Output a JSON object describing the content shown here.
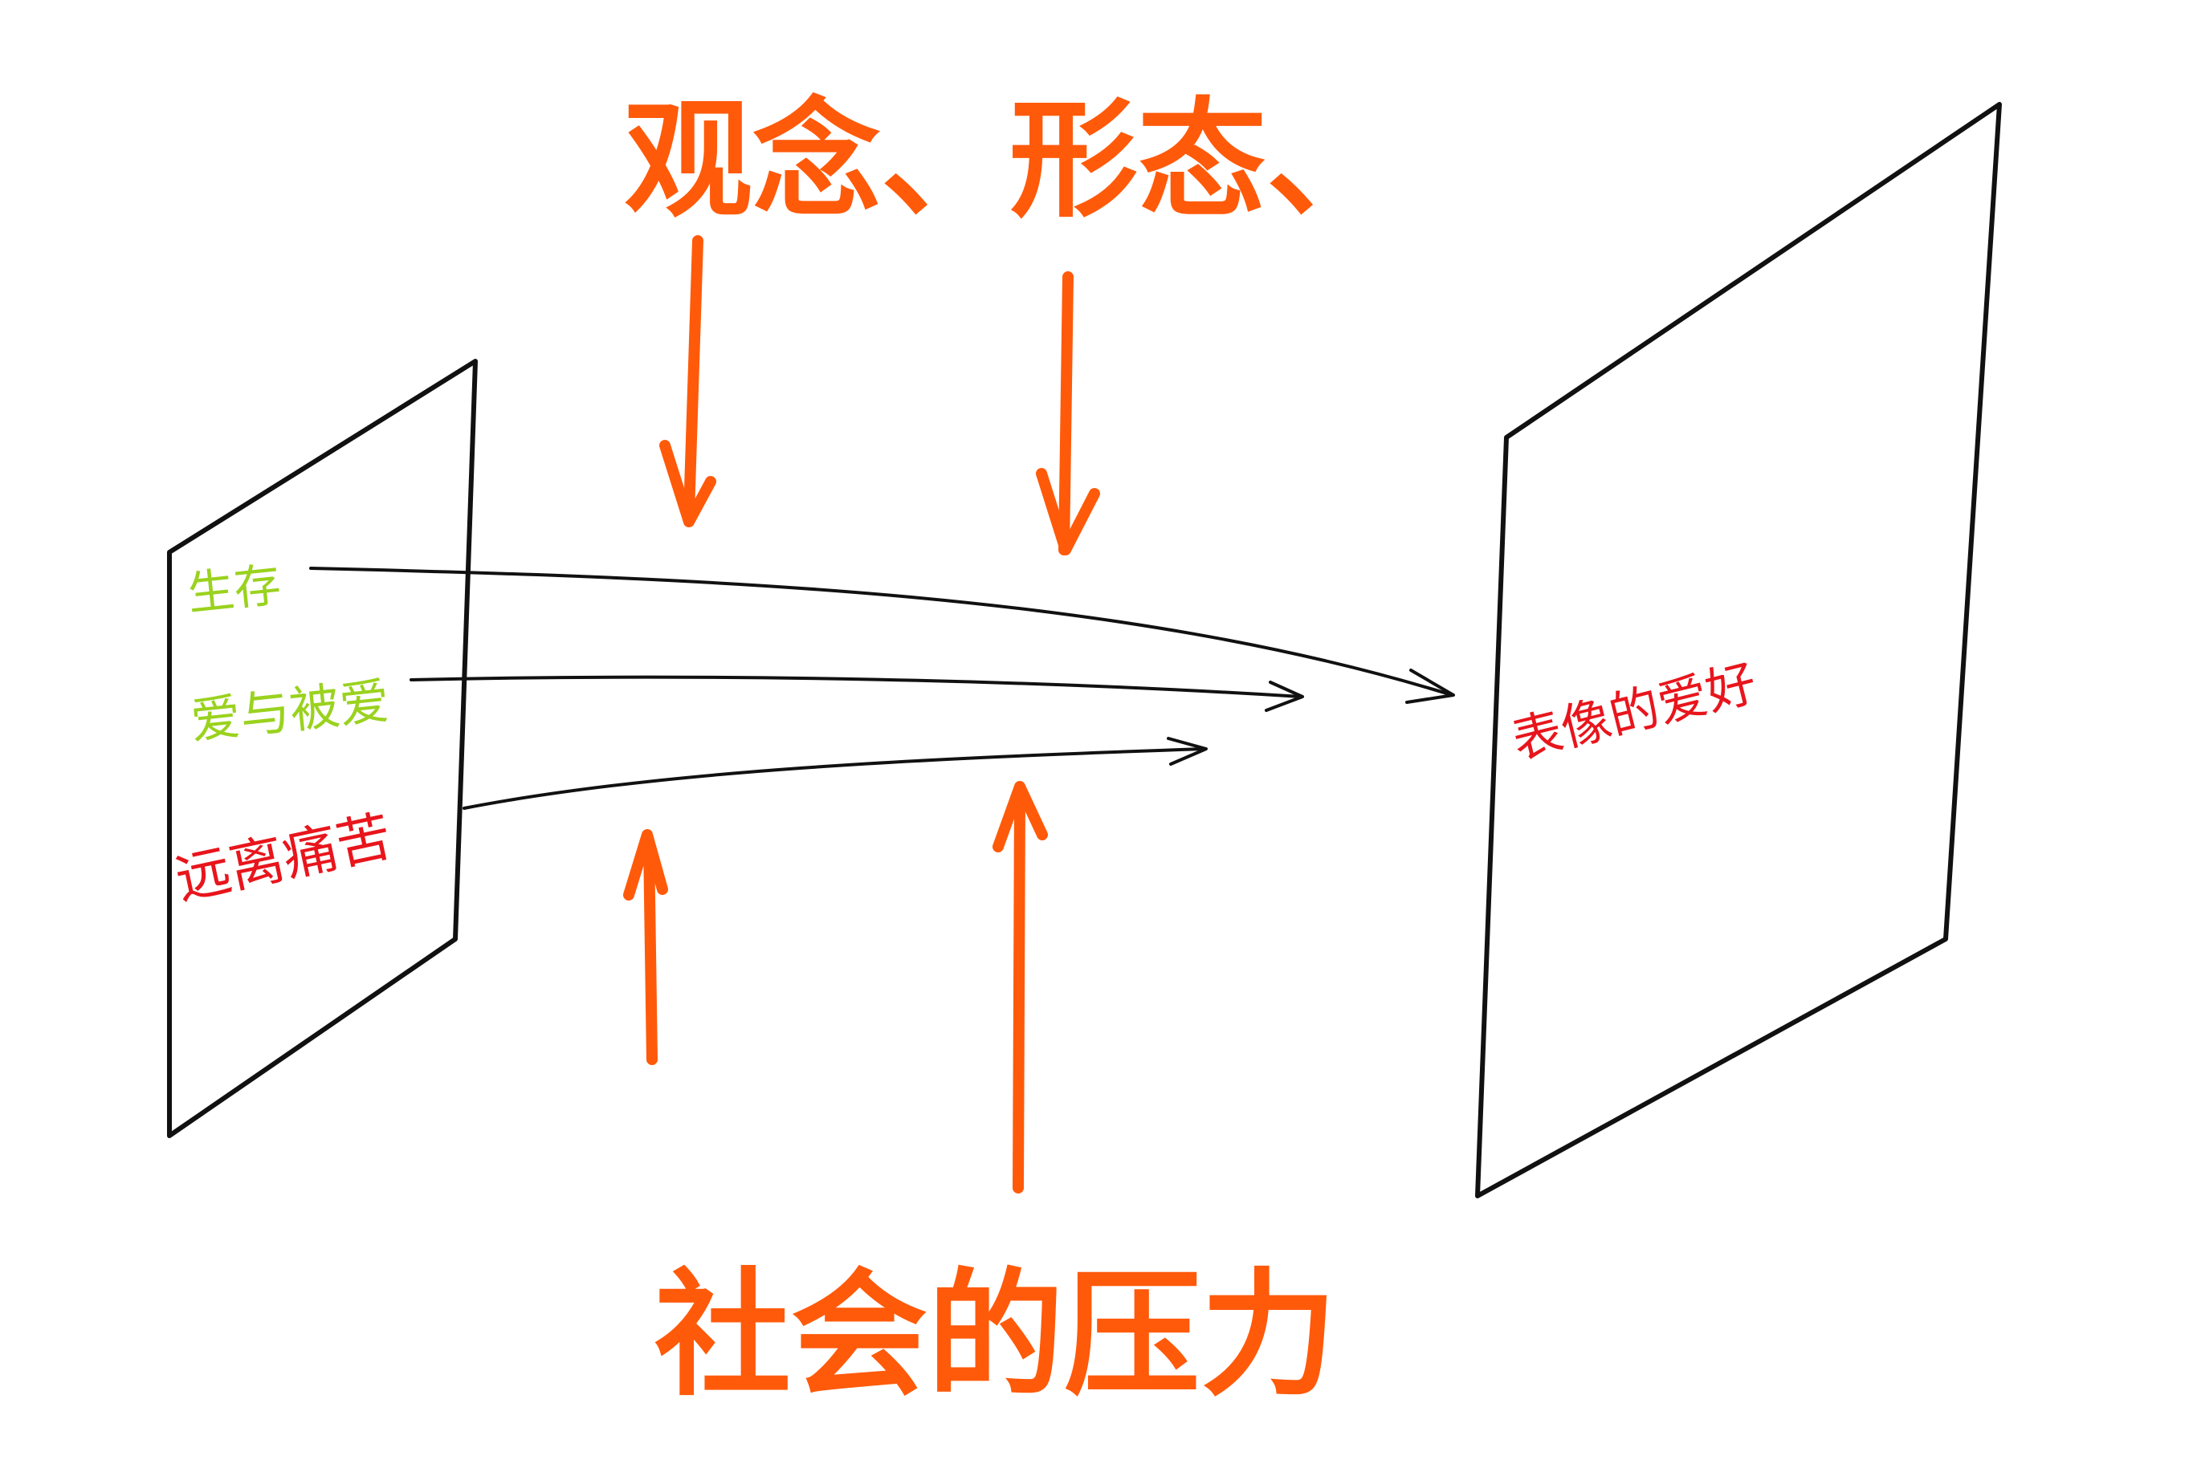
{
  "colors": {
    "background": "#ffffff",
    "ink": "#111111",
    "orange": "#ff5a0a",
    "green": "#9ad21e",
    "red": "#e8151c"
  },
  "top_label": "观念、形态、",
  "bottom_label": "社会的压力",
  "left_panel": {
    "items": [
      {
        "text": "生存",
        "color": "green"
      },
      {
        "text": "爱与被爱",
        "color": "green"
      },
      {
        "text": "远离痛苦",
        "color": "red"
      }
    ]
  },
  "right_panel": {
    "text": "表像的爱好",
    "color": "red"
  }
}
